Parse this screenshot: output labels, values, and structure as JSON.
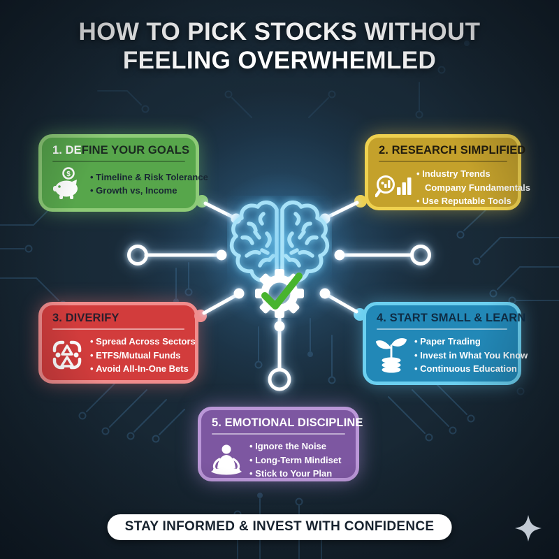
{
  "title": {
    "line1": "HOW TO PICK STOCKS WITHOUT",
    "line2": "FEELING OVERWHEMLED"
  },
  "cards": [
    {
      "id": "define-your-goals",
      "title_white": "1. DE",
      "title_dark": "FINE YOUR GOALS",
      "icon": "piggy-bank-icon",
      "items": [
        "Timeline & Risk Tolerance",
        "Growth vs, Income"
      ],
      "fill": "#57A64B",
      "border": "#8ECB77"
    },
    {
      "id": "research-simplified",
      "title": "2. RESEARCH SIMPLIFIED",
      "icon": "magnifier-chart-icon",
      "items": [
        "Industry Trends",
        "Company Fundamentals",
        "Use Reputable Tools"
      ],
      "fill": "#C4A12B",
      "border": "#EFD14F"
    },
    {
      "id": "diverify",
      "title": "3. DIVERIFY",
      "icon": "diversify-icon",
      "items": [
        "Spread Across Sectors",
        "ETFS/Mutual Funds",
        "Avoid All-In-One Bets"
      ],
      "fill": "#D23C3C",
      "border": "#F18C8C"
    },
    {
      "id": "start-small-learn",
      "title": "4. START SMALL & LEARN",
      "icon": "sprout-coins-icon",
      "items": [
        "Paper Trading",
        "Invest in What You Know",
        "Continuous Education"
      ],
      "fill": "#2288B7",
      "border": "#6CD0F0"
    },
    {
      "id": "emotional-discipline",
      "title": "5. EMOTIONAL DISCIPLINE",
      "icon": "meditation-icon",
      "items": [
        "Ignore the Noise",
        "Long-Term Mindiset",
        "Stick to Your Plan"
      ],
      "fill": "#7D57A1",
      "border": "#BB97D8"
    }
  ],
  "footer": {
    "banner": "STAY INFORMED & INVEST WITH CONFIDENCE"
  },
  "icons": {
    "piggy_dollar": "$"
  },
  "colors": {
    "background": "#16242F",
    "brain_outline": "#A8E2F8",
    "checkmark": "#48B42E",
    "connector": "#FFFFFF",
    "circuit_trace": "#3B678C",
    "banner_bg": "#FFFFFF",
    "banner_text": "#17222E",
    "sparkle": "#C2CAD4"
  }
}
